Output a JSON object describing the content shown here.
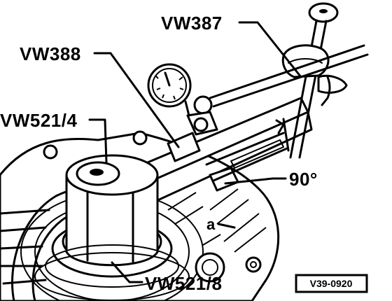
{
  "labels": {
    "tool_vw387": "VW387",
    "tool_vw388": "VW388",
    "tool_vw521_4": "VW521/4",
    "tool_vw521_8": "VW521/8",
    "angle": "90°",
    "callout_a": "a"
  },
  "reference_code": "V39-0920"
}
